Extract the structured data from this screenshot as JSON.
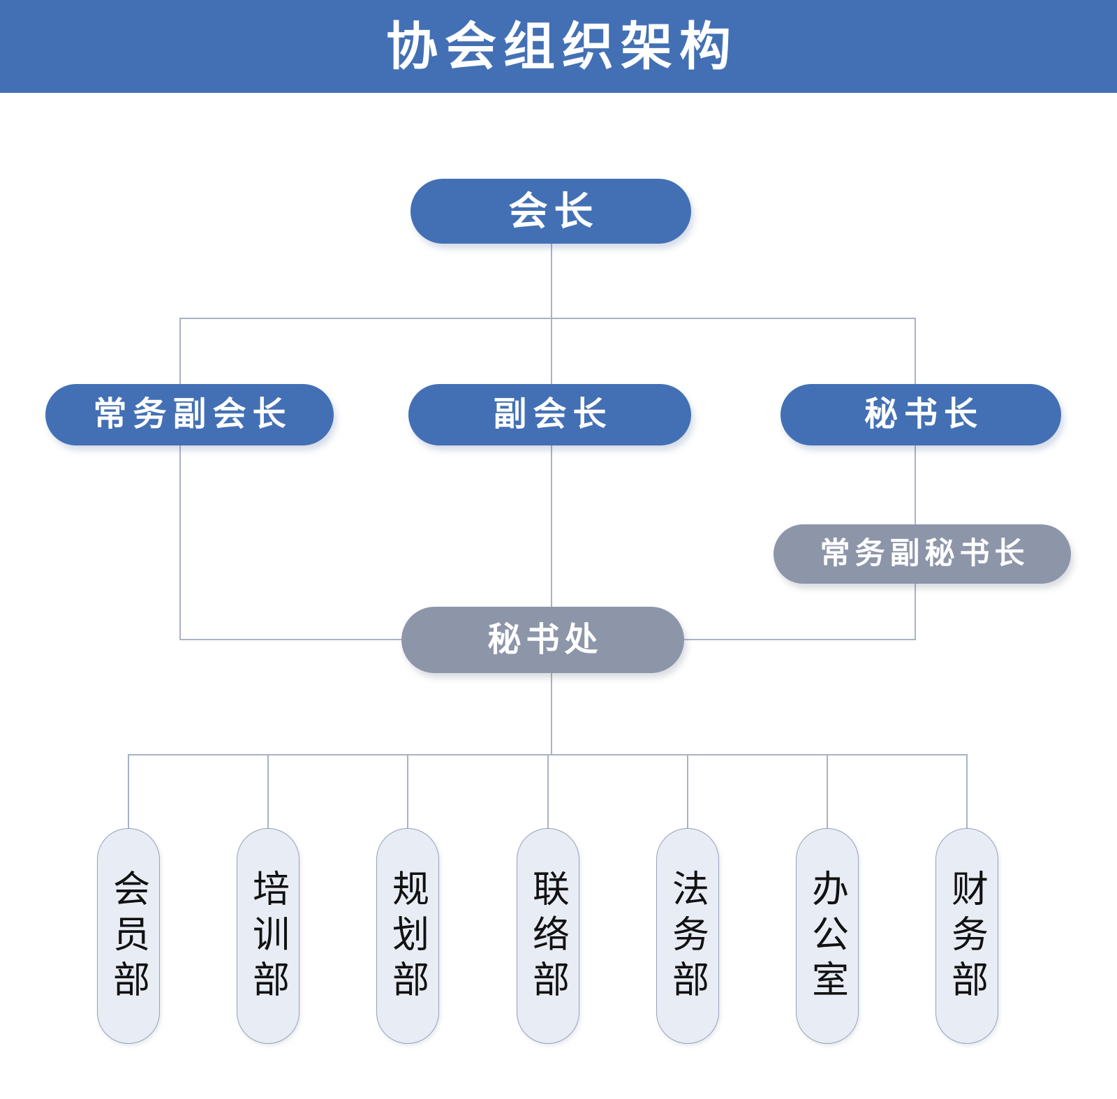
{
  "header": {
    "title": "协会组织架构",
    "background_color": "#4370b4",
    "text_color": "#ffffff"
  },
  "colors": {
    "primary_node": "#4370b4",
    "secondary_node": "#8d95a9",
    "department_node_fill": "#e8ecf4",
    "department_node_border": "#97a2b8",
    "connector_line": "#a8b2c6",
    "page_background": "#ffffff"
  },
  "chart_data": {
    "type": "diagram",
    "title": "协会组织架构",
    "nodes": [
      {
        "id": "president",
        "label": "会长",
        "level": 1,
        "style": "primary"
      },
      {
        "id": "exec-vice-president",
        "label": "常务副会长",
        "level": 2,
        "style": "primary"
      },
      {
        "id": "vice-president",
        "label": "副会长",
        "level": 2,
        "style": "primary"
      },
      {
        "id": "secretary-general",
        "label": "秘书长",
        "level": 2,
        "style": "primary"
      },
      {
        "id": "exec-deputy-sg",
        "label": "常务副秘书长",
        "level": 3,
        "style": "secondary"
      },
      {
        "id": "secretariat",
        "label": "秘书处",
        "level": 3,
        "style": "secondary"
      },
      {
        "id": "dept-member",
        "label": "会员部",
        "level": 4,
        "style": "department"
      },
      {
        "id": "dept-training",
        "label": "培训部",
        "level": 4,
        "style": "department"
      },
      {
        "id": "dept-planning",
        "label": "规划部",
        "level": 4,
        "style": "department"
      },
      {
        "id": "dept-liaison",
        "label": "联络部",
        "level": 4,
        "style": "department"
      },
      {
        "id": "dept-legal",
        "label": "法务部",
        "level": 4,
        "style": "department"
      },
      {
        "id": "dept-office",
        "label": "办公室",
        "level": 4,
        "style": "department"
      },
      {
        "id": "dept-finance",
        "label": "财务部",
        "level": 4,
        "style": "department"
      }
    ],
    "edges": [
      {
        "from": "president",
        "to": "exec-vice-president"
      },
      {
        "from": "president",
        "to": "vice-president"
      },
      {
        "from": "president",
        "to": "secretary-general"
      },
      {
        "from": "secretary-general",
        "to": "exec-deputy-sg"
      },
      {
        "from": "exec-vice-president",
        "to": "secretariat"
      },
      {
        "from": "vice-president",
        "to": "secretariat"
      },
      {
        "from": "secretary-general",
        "to": "secretariat"
      },
      {
        "from": "secretariat",
        "to": "dept-member"
      },
      {
        "from": "secretariat",
        "to": "dept-training"
      },
      {
        "from": "secretariat",
        "to": "dept-planning"
      },
      {
        "from": "secretariat",
        "to": "dept-liaison"
      },
      {
        "from": "secretariat",
        "to": "dept-legal"
      },
      {
        "from": "secretariat",
        "to": "dept-office"
      },
      {
        "from": "secretariat",
        "to": "dept-finance"
      }
    ]
  },
  "levels": {
    "level1": {
      "president": "会长"
    },
    "level2": {
      "exec_vice_president": "常务副会长",
      "vice_president": "副会长",
      "secretary_general": "秘书长"
    },
    "level3": {
      "exec_deputy_secretary_general": "常务副秘书长",
      "secretariat": "秘书处"
    },
    "departments": [
      "会员部",
      "培训部",
      "规划部",
      "联络部",
      "法务部",
      "办公室",
      "财务部"
    ]
  }
}
